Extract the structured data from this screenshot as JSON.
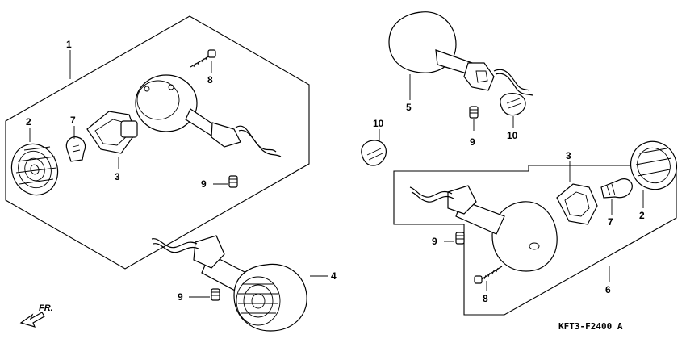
{
  "diagram": {
    "code": "KFT3-F2400 A",
    "direction": "FR.",
    "callouts": [
      "1",
      "2",
      "7",
      "3",
      "8",
      "9",
      "5",
      "9",
      "10",
      "10",
      "3",
      "2",
      "7",
      "9",
      "8",
      "6",
      "9",
      "4"
    ]
  }
}
